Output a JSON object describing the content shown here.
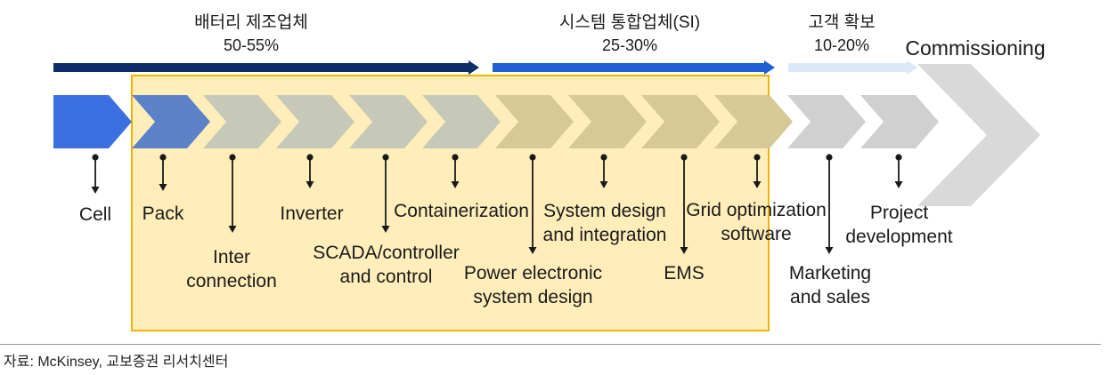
{
  "phases": [
    {
      "name": "배터리 제조업체",
      "share": "50-55%",
      "color": "#0d2d6b"
    },
    {
      "name": "시스템 통합업체(SI)",
      "share": "25-30%",
      "color": "#1f5fd6"
    },
    {
      "name": "고객 확보",
      "share": "10-20%",
      "color": "#dce8f7"
    }
  ],
  "final_stage": "Commissioning",
  "steps": [
    {
      "lines": [
        "Cell"
      ],
      "color": "#3b6fe0"
    },
    {
      "lines": [
        "Pack"
      ],
      "color": "#5b82c9"
    },
    {
      "lines": [
        "Inter",
        "connection"
      ],
      "color": "#c7c9b8"
    },
    {
      "lines": [
        "Inverter"
      ],
      "color": "#c7c9b8"
    },
    {
      "lines": [
        "SCADA/controller",
        "and control"
      ],
      "color": "#c7c9b8"
    },
    {
      "lines": [
        "Containerization"
      ],
      "color": "#c7c9b8"
    },
    {
      "lines": [
        "Power electronic",
        "system design"
      ],
      "color": "#d6c995"
    },
    {
      "lines": [
        "System design",
        "and integration"
      ],
      "color": "#d6c995"
    },
    {
      "lines": [
        "EMS"
      ],
      "color": "#d6c995"
    },
    {
      "lines": [
        "Grid optimization",
        "software"
      ],
      "color": "#d6c995"
    },
    {
      "lines": [
        "Marketing",
        "and sales"
      ],
      "color": "#d0d0d0"
    },
    {
      "lines": [
        "Project",
        "development"
      ],
      "color": "#d0d0d0"
    }
  ],
  "highlight_color": "#ffd966",
  "source": "자료: McKinsey, 교보증권 리서치센터"
}
